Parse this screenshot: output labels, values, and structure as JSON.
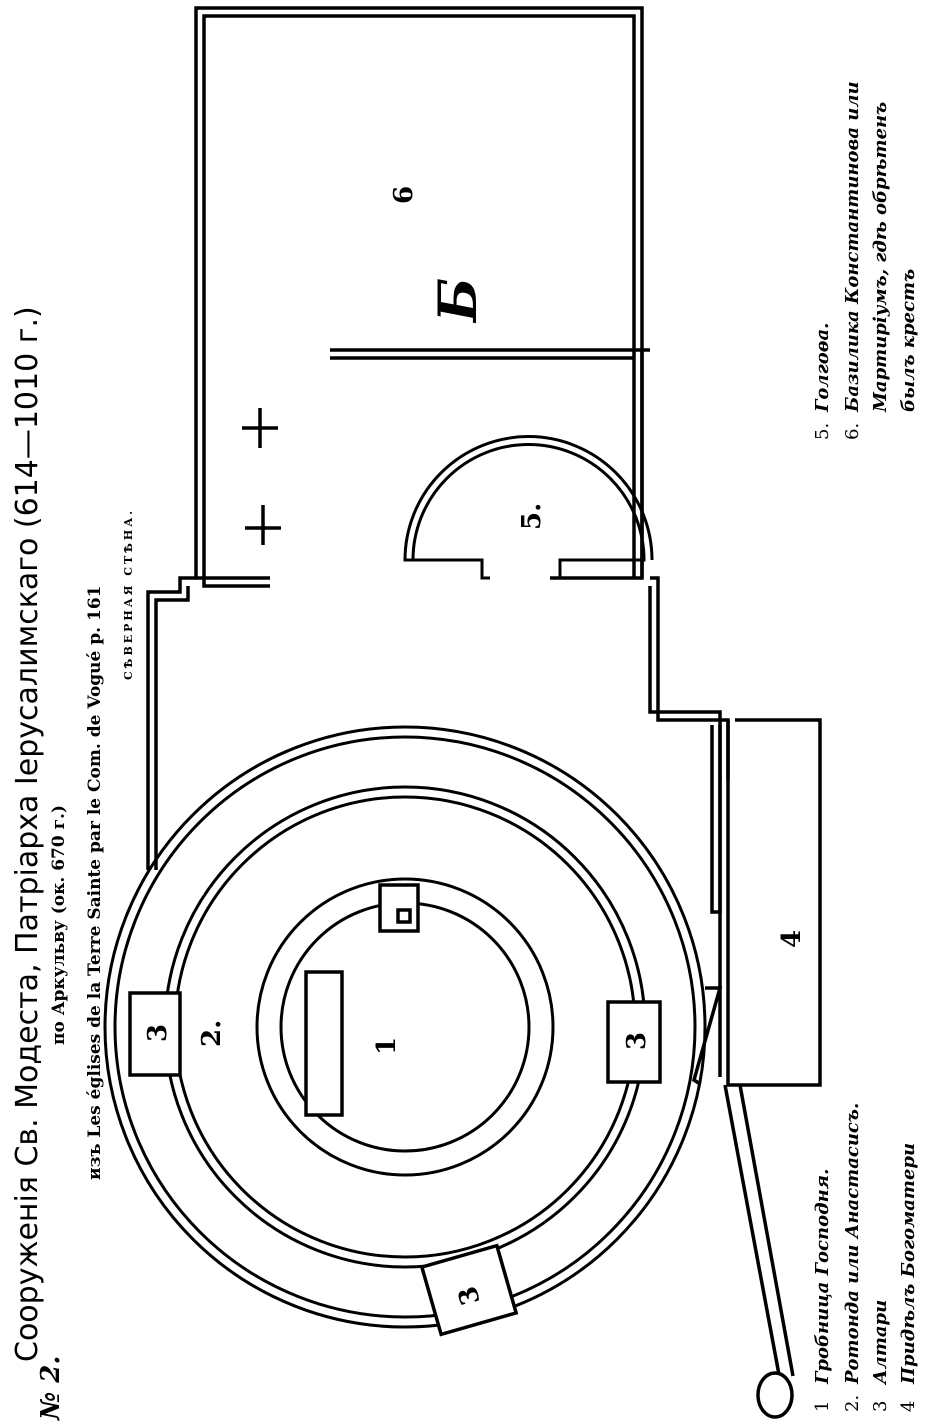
{
  "title": "Сооруженія Св. Модеста, Патріарха Іерусалимскаго (614—1010 г.)",
  "subtitle_1": "по Аркульву (ок. 670 г.)",
  "subtitle_2": "изъ Les églises de la Terre Sainte par le Com. de Vogué p. 161",
  "north_wall_caption": "СѢВЕРНАЯ СТѢНА.",
  "figure_number": "№ 2.",
  "plan_labels": {
    "tomb": "1",
    "rotunda": "2.",
    "altar": "3",
    "chapel": "4",
    "golgotha": "5.",
    "basilica": "6",
    "basilica_letter": "Б"
  },
  "legend_left": [
    {
      "num": "1",
      "text": "Гробница Господня."
    },
    {
      "num": "2.",
      "text": "Ротонда или Анастасисъ."
    },
    {
      "num": "3",
      "text": "Алтари"
    },
    {
      "num": "4",
      "text": "Придѣлъ Богоматери"
    }
  ],
  "legend_right": [
    {
      "num": "5.",
      "text": "Голгоѳа."
    },
    {
      "num": "6.",
      "text": "Базилика Константинова или"
    },
    {
      "num": "",
      "text": "Мартиріумъ, гдѣ обрѣтенъ"
    },
    {
      "num": "",
      "text": "былъ крестъ"
    }
  ]
}
